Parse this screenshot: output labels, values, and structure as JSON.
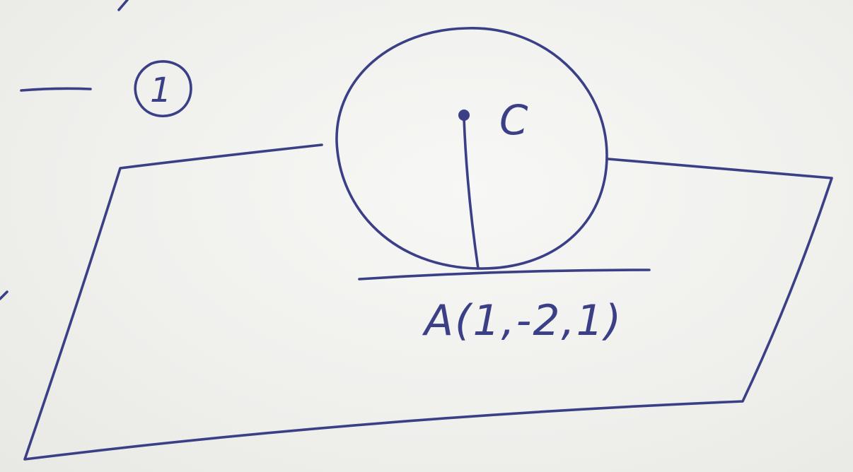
{
  "diagram": {
    "ink_color": "#3b3f86",
    "paper_color": "#f1f1ef",
    "center_label": "C",
    "point_label": "A(1,-2,1)",
    "equation_marker": "1"
  }
}
